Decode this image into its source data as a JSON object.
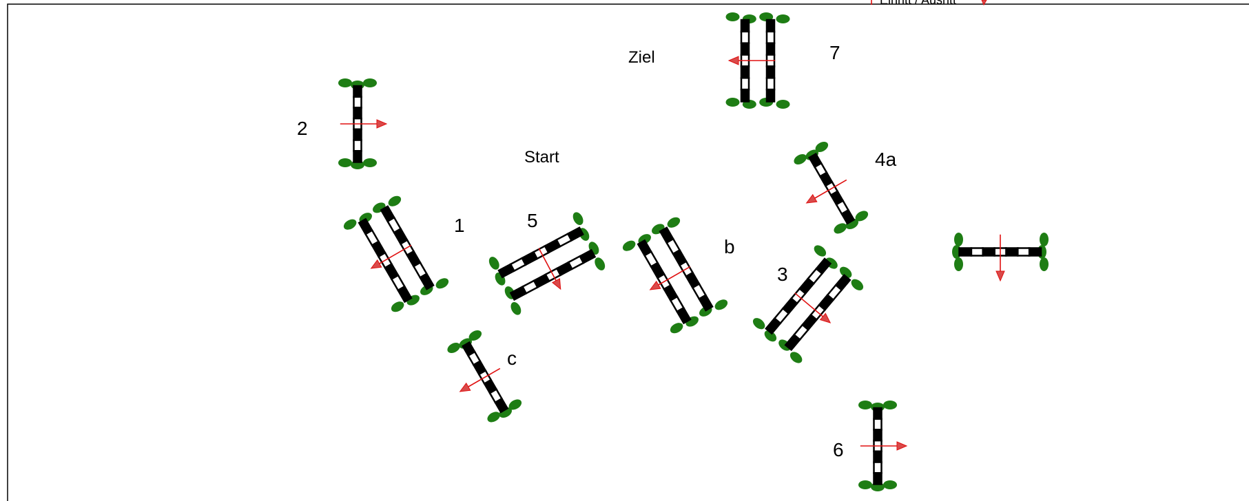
{
  "course": {
    "header_label": "Einritt / Ausritt",
    "labels": {
      "start": "Start",
      "finish": "Ziel"
    },
    "obstacles": [
      {
        "id": "1",
        "label": "1",
        "kind": "oxer"
      },
      {
        "id": "2",
        "label": "2",
        "kind": "vertical"
      },
      {
        "id": "3",
        "label": "3",
        "kind": "oxer"
      },
      {
        "id": "4a",
        "label": "4a",
        "kind": "vertical"
      },
      {
        "id": "b",
        "label": "b",
        "kind": "oxer"
      },
      {
        "id": "c",
        "label": "c",
        "kind": "vertical"
      },
      {
        "id": "5",
        "label": "5",
        "kind": "oxer"
      },
      {
        "id": "6",
        "label": "6",
        "kind": "vertical"
      },
      {
        "id": "7",
        "label": "7",
        "kind": "oxer"
      },
      {
        "id": "entrance",
        "label": "",
        "kind": "vertical"
      }
    ]
  },
  "colors": {
    "pole_dark": "#000000",
    "pole_light": "#ffffff",
    "wing_green": "#1e7d14",
    "arrow_red": "#e01010",
    "arrow_fill": "#d94a4a",
    "border": "#000000"
  }
}
